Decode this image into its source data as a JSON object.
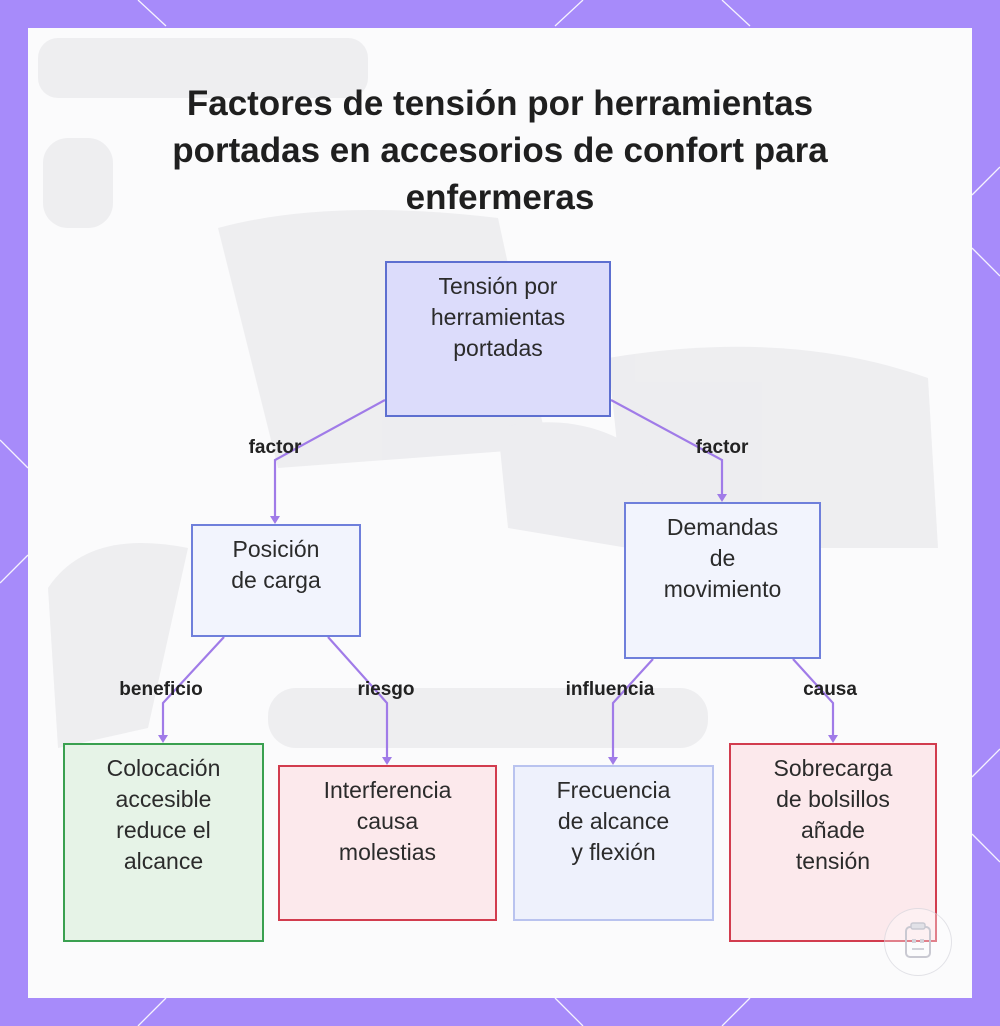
{
  "title": "Factores de tensión por herramientas portadas en accesorios de confort para enfermeras",
  "colors": {
    "frame": "#a78bfa",
    "connector": "#a07be8",
    "root_fill": "#dcdcfb",
    "root_border": "#5d6fd0",
    "factor_fill": "#f2f4fd",
    "factor_border": "#6f7fdb",
    "benefit_fill": "#e6f3e7",
    "benefit_border": "#3aa050",
    "risk_fill": "#fce9ec",
    "risk_border": "#d23c4e",
    "influence_fill": "#eef1fc",
    "influence_border": "#b9c3ef"
  },
  "nodes": {
    "root": {
      "lines": [
        "Tensión por",
        "herramientas",
        "portadas"
      ]
    },
    "posicion": {
      "lines": [
        "Posición",
        "de carga"
      ]
    },
    "demandas": {
      "lines": [
        "Demandas",
        "de",
        "movimiento"
      ]
    },
    "colocacion": {
      "lines": [
        "Colocación",
        "accesible",
        "reduce el",
        "alcance"
      ]
    },
    "interferencia": {
      "lines": [
        "Interferencia",
        "causa",
        "molestias"
      ]
    },
    "frecuencia": {
      "lines": [
        "Frecuencia",
        "de alcance",
        "y flexión"
      ]
    },
    "sobrecarga": {
      "lines": [
        "Sobrecarga",
        "de bolsillos",
        "añade",
        "tensión"
      ]
    }
  },
  "edges": [
    {
      "from": "root",
      "to": "posicion",
      "label": "factor"
    },
    {
      "from": "root",
      "to": "demandas",
      "label": "factor"
    },
    {
      "from": "posicion",
      "to": "colocacion",
      "label": "beneficio"
    },
    {
      "from": "posicion",
      "to": "interferencia",
      "label": "riesgo"
    },
    {
      "from": "demandas",
      "to": "frecuencia",
      "label": "influencia"
    },
    {
      "from": "demandas",
      "to": "sobrecarga",
      "label": "causa"
    }
  ],
  "icons": {
    "badge": "document-badge-icon"
  }
}
